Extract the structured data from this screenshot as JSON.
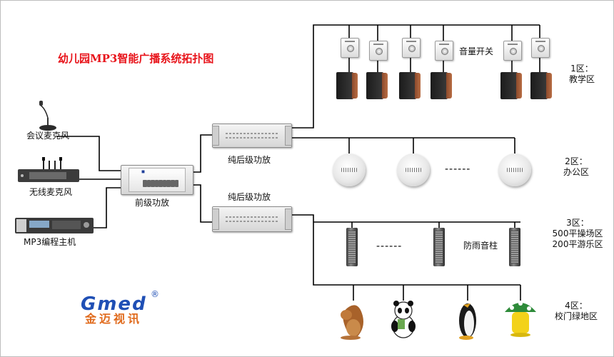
{
  "title": "幼儿园MP3智能广播系统拓扑图",
  "sources": {
    "conference_mic": "会议麦克风",
    "wireless_mic": "无线麦克风",
    "mp3_host": "MP3编程主机"
  },
  "preamp": {
    "label": "前级功放"
  },
  "power_amps": [
    {
      "label": "纯后级功放"
    },
    {
      "label": "纯后级功放"
    }
  ],
  "volume_switch_label": "音量开关",
  "rain_column_label": "防雨音柱",
  "zones": [
    {
      "line1": "1区：",
      "line2": "教学区"
    },
    {
      "line1": "2区：",
      "line2": "办公区"
    },
    {
      "line1": "3区：",
      "line2": "500平操场区",
      "line3": "200平游乐区"
    },
    {
      "line1": "4区：",
      "line2": "校门绿地区"
    }
  ],
  "dashes": "------",
  "logo": {
    "brand": "Gmed",
    "reg": "®",
    "chinese": "金迈视讯"
  },
  "colors": {
    "title": "#e8141b",
    "logo_blue": "#1f4fb5",
    "logo_orange": "#e06a1c",
    "wire": "#000000"
  },
  "icons": [
    "microphone-icon",
    "wireless-receiver-icon",
    "mp3-host-icon",
    "amplifier-icon",
    "volume-switch-icon",
    "wall-speaker-icon",
    "ceiling-speaker-icon",
    "column-speaker-icon",
    "squirrel-speaker-icon",
    "panda-speaker-icon",
    "penguin-speaker-icon",
    "mushroom-speaker-icon"
  ]
}
